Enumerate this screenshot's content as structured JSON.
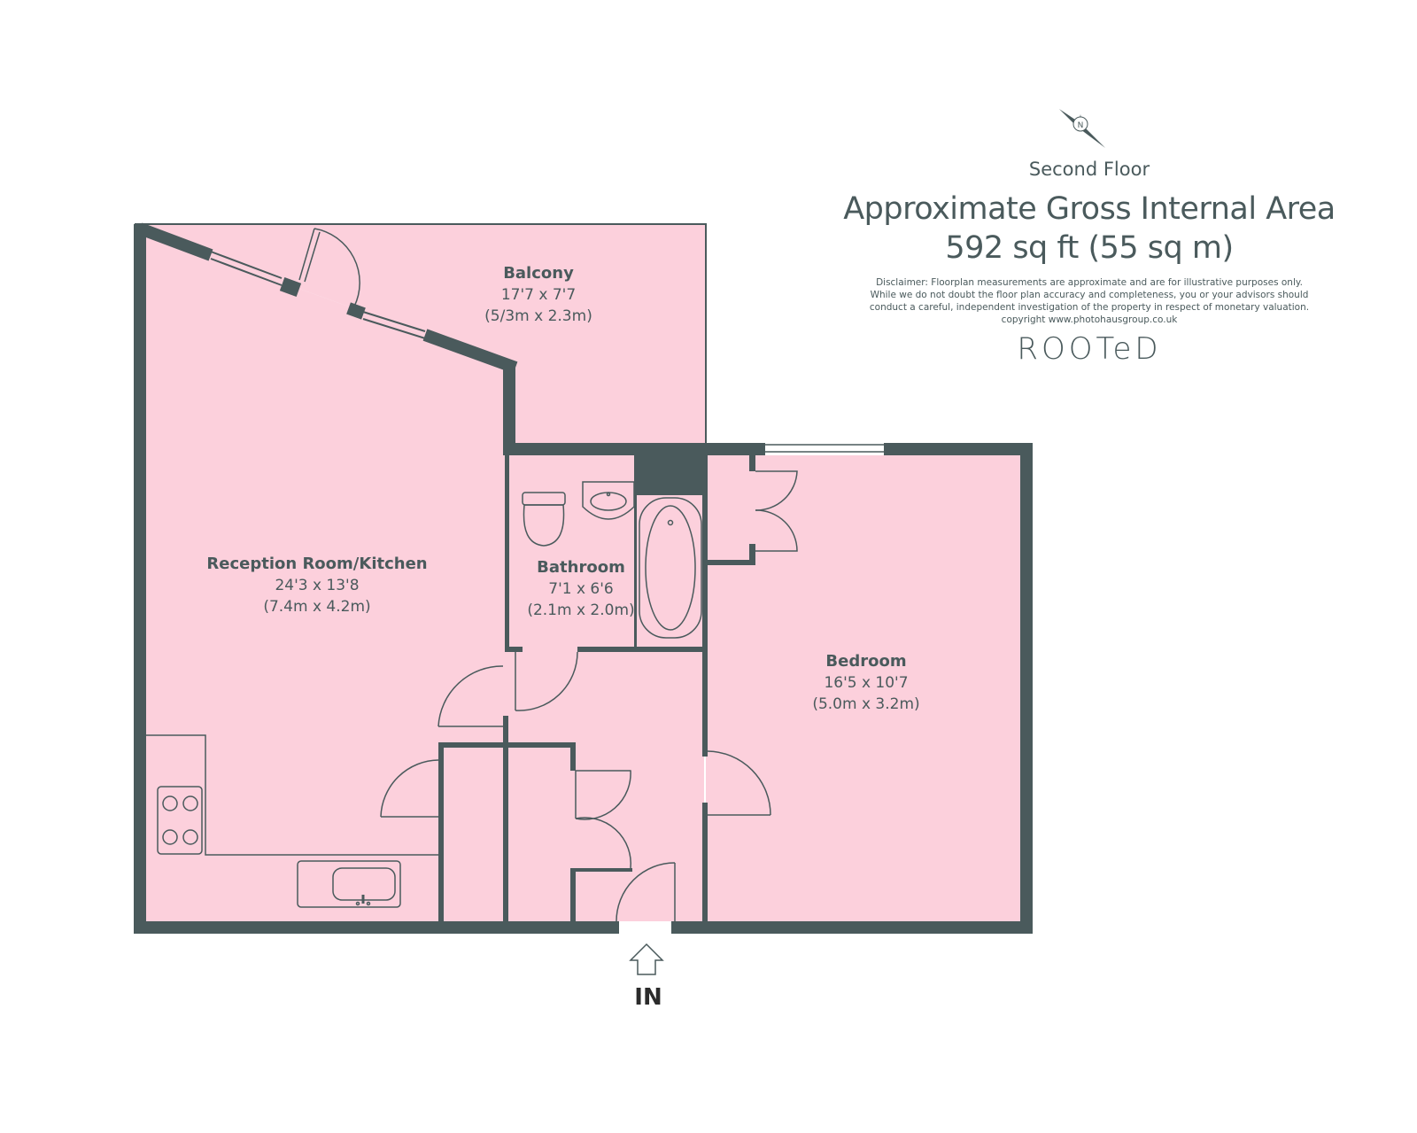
{
  "header": {
    "floor_name": "Second Floor",
    "area_title": "Approximate Gross Internal Area",
    "area_value": "592 sq ft (55 sq m)",
    "disclaimer_lines": [
      "Disclaimer: Floorplan measurements are approximate and are for illustrative purposes only.",
      "While we do not doubt the floor plan accuracy and completeness, you or your advisors should",
      "conduct a careful, independent investigation of the property in respect of monetary valuation.",
      "copyright www.photohausgroup.co.uk"
    ],
    "logo_text": "ROOTeD",
    "compass_letter": "N"
  },
  "rooms": {
    "balcony": {
      "name": "Balcony",
      "dim_imperial": "17'7 x 7'7",
      "dim_metric": "(5/3m x 2.3m)"
    },
    "reception": {
      "name": "Reception Room/Kitchen",
      "dim_imperial": "24'3 x 13'8",
      "dim_metric": "(7.4m x 4.2m)"
    },
    "bathroom": {
      "name": "Bathroom",
      "dim_imperial": "7'1 x 6'6",
      "dim_metric": "(2.1m x 2.0m)"
    },
    "bedroom": {
      "name": "Bedroom",
      "dim_imperial": "16'5 x 10'7",
      "dim_metric": "(5.0m x 3.2m)"
    }
  },
  "entrance": {
    "label": "IN"
  },
  "colors": {
    "wall": "#4a5a5c",
    "floor": "#fcd0dc",
    "line": "#4a5a5c"
  }
}
